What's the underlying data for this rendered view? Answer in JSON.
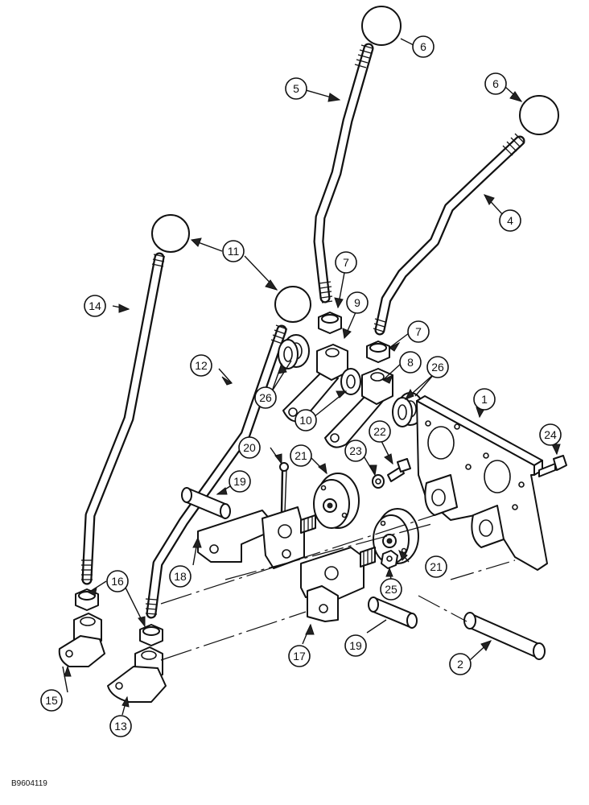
{
  "figure": {
    "drawing_code": "B9604119"
  },
  "callouts": [
    {
      "id": "c1",
      "label": "1"
    },
    {
      "id": "c2",
      "label": "2"
    },
    {
      "id": "c4",
      "label": "4"
    },
    {
      "id": "c5",
      "label": "5"
    },
    {
      "id": "c6a",
      "label": "6"
    },
    {
      "id": "c6b",
      "label": "6"
    },
    {
      "id": "c7a",
      "label": "7"
    },
    {
      "id": "c7b",
      "label": "7"
    },
    {
      "id": "c8",
      "label": "8"
    },
    {
      "id": "c9",
      "label": "9"
    },
    {
      "id": "c10",
      "label": "10"
    },
    {
      "id": "c11",
      "label": "11"
    },
    {
      "id": "c12",
      "label": "12"
    },
    {
      "id": "c13",
      "label": "13"
    },
    {
      "id": "c14",
      "label": "14"
    },
    {
      "id": "c15",
      "label": "15"
    },
    {
      "id": "c16",
      "label": "16"
    },
    {
      "id": "c17",
      "label": "17"
    },
    {
      "id": "c18",
      "label": "18"
    },
    {
      "id": "c19a",
      "label": "19"
    },
    {
      "id": "c19b",
      "label": "19"
    },
    {
      "id": "c20",
      "label": "20"
    },
    {
      "id": "c21a",
      "label": "21"
    },
    {
      "id": "c21b",
      "label": "21"
    },
    {
      "id": "c22",
      "label": "22"
    },
    {
      "id": "c23",
      "label": "23"
    },
    {
      "id": "c24",
      "label": "24"
    },
    {
      "id": "c25",
      "label": "25"
    },
    {
      "id": "c26a",
      "label": "26"
    },
    {
      "id": "c26b",
      "label": "26"
    }
  ]
}
